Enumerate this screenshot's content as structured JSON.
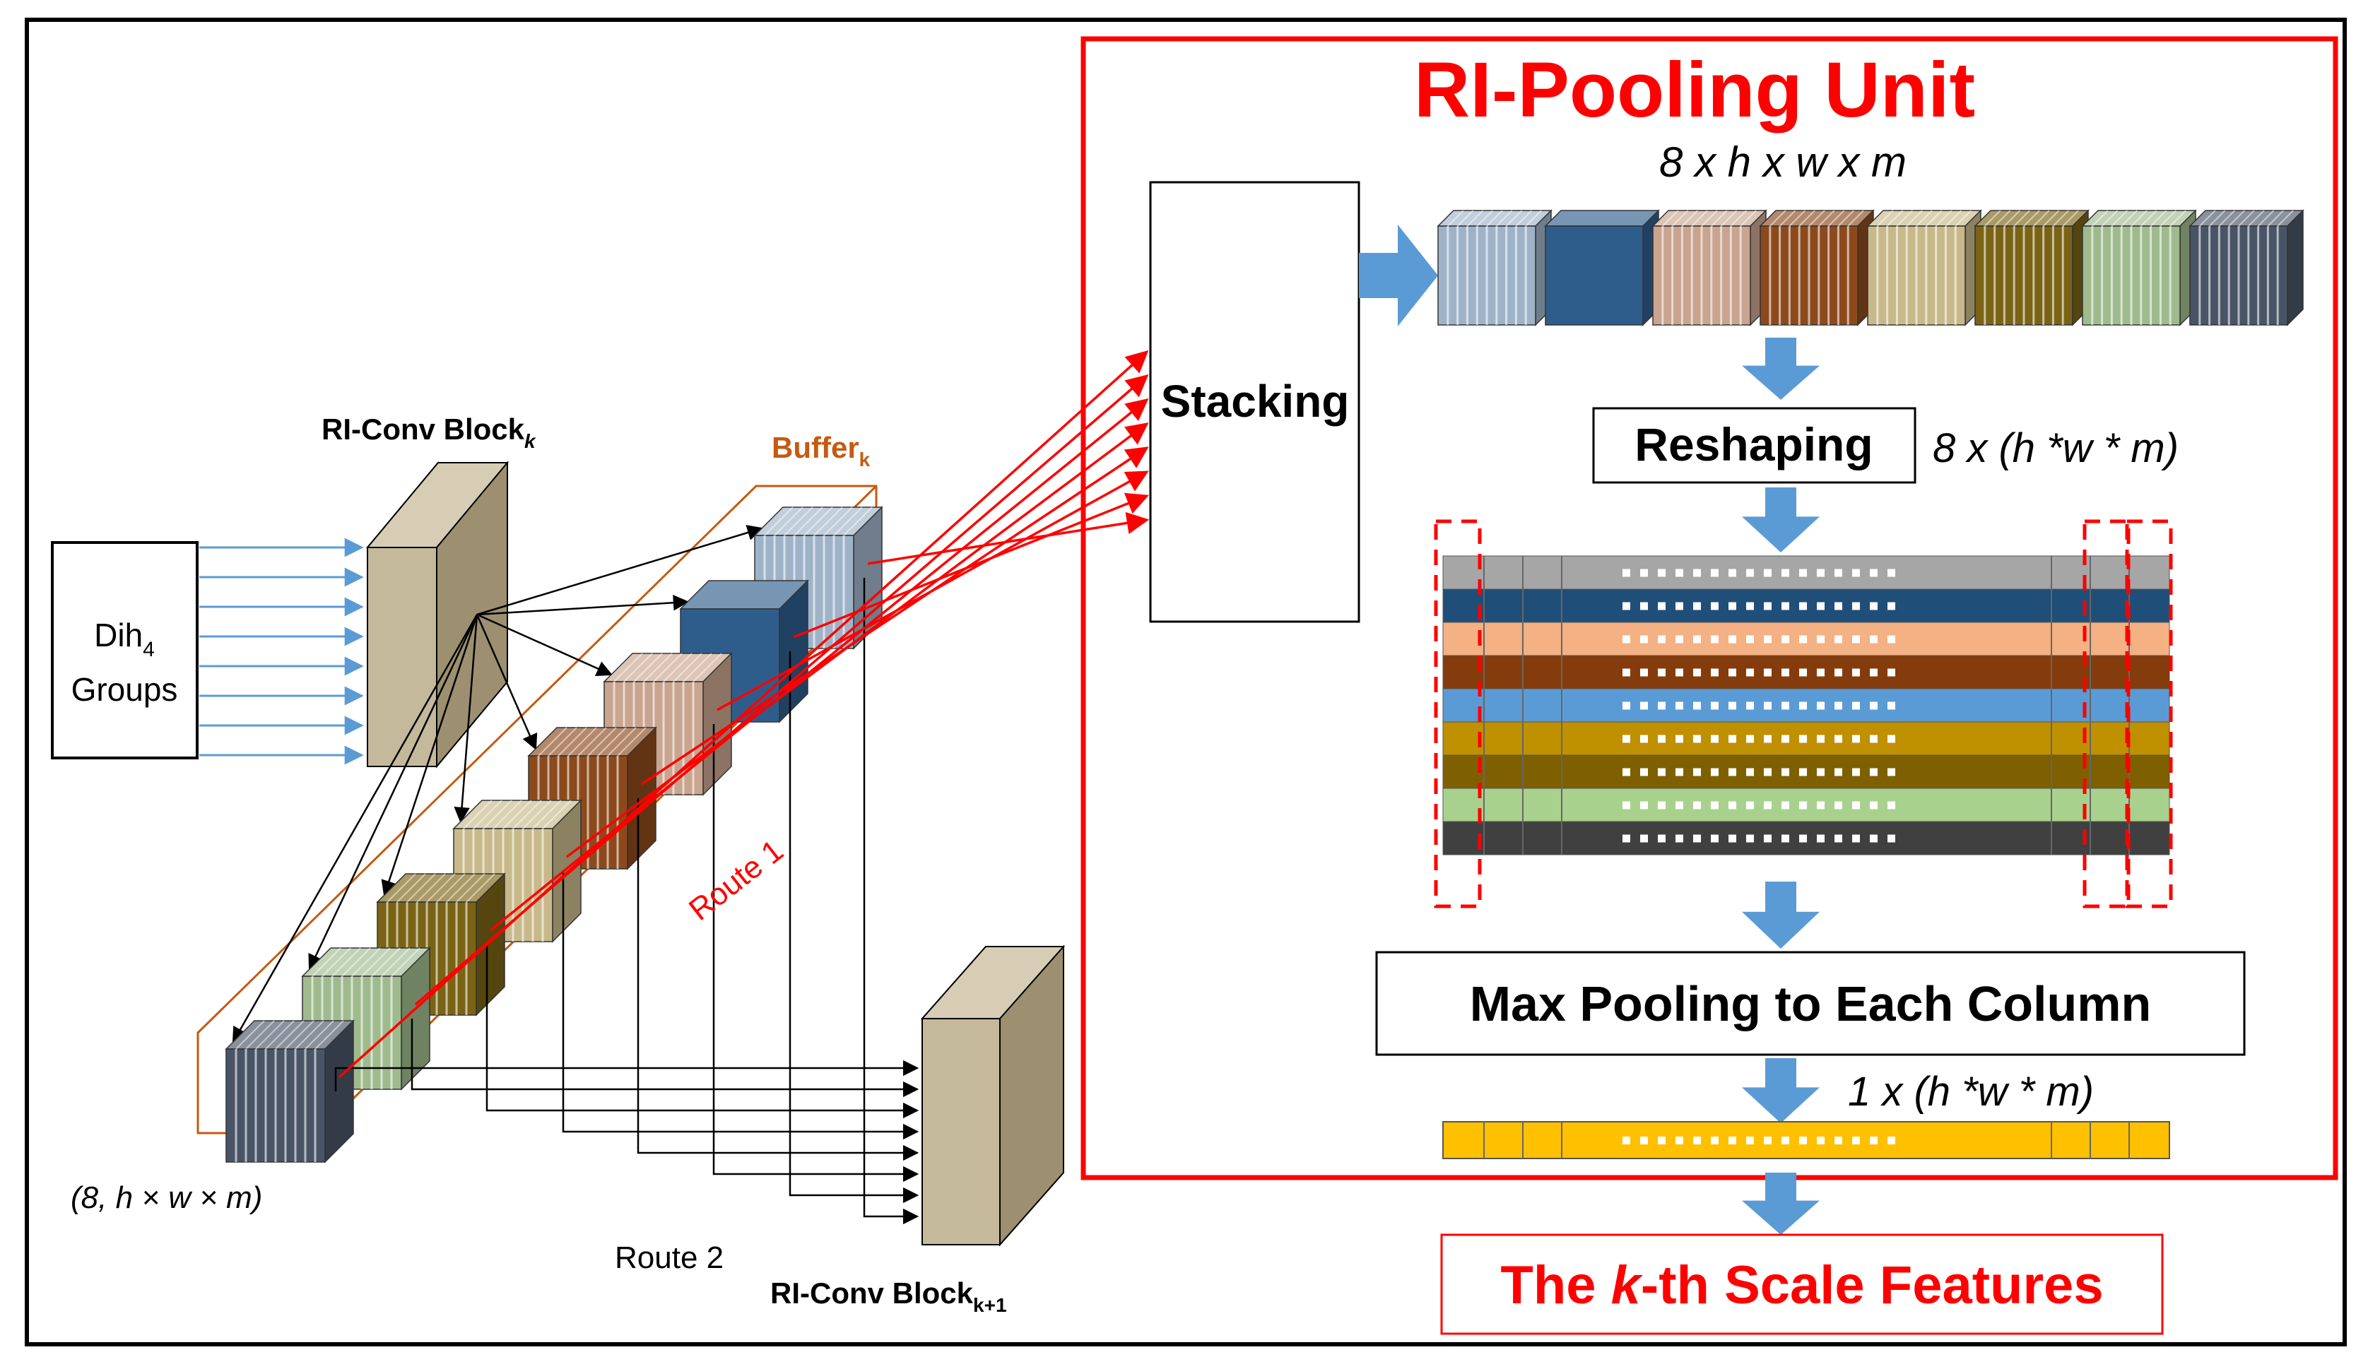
{
  "left": {
    "dih_line1": "Dih",
    "dih_sub": "4",
    "dih_line2": "Groups",
    "conv_k_label": "RI-Conv Block",
    "conv_k_sub": "k",
    "buffer_label": "Buffer",
    "buffer_sub": "k",
    "shape_label": "(8, h × w × m)",
    "route1_label": "Route 1",
    "route2_label": "Route 2",
    "conv_k1_label": "RI-Conv Block",
    "conv_k1_sub": "k+1"
  },
  "unit": {
    "title": "RI-Pooling Unit",
    "stacking_label": "Stacking",
    "stack_dim_label": "8 x h x w x m",
    "reshaping_label": "Reshaping",
    "reshape_dim_label": "8 x (h *w * m)",
    "maxpool_label": "Max Pooling to Each Column",
    "pooled_dim_label": "1 x (h *w * m)"
  },
  "output_label_prefix": "The ",
  "output_label_k": "k",
  "output_label_suffix": "-th Scale Features",
  "colors": {
    "accent_red": "#ff0000",
    "buffer_orange": "#c55a11",
    "arrow_blue": "#5b9bd5",
    "pooled_yellow": "#ffc000",
    "block_tan": "#c4b99b"
  },
  "cube_palette": [
    {
      "front": "#9fb3c8",
      "striped": true
    },
    {
      "front": "#2e5d8c",
      "striped": false
    },
    {
      "front": "#c9a48f",
      "striped": true
    },
    {
      "front": "#8c4a1c",
      "striped": true
    },
    {
      "front": "#c8b98a",
      "striped": true
    },
    {
      "front": "#7a6314",
      "striped": true
    },
    {
      "front": "#9fbb8e",
      "striped": true
    },
    {
      "front": "#495566",
      "striped": true
    }
  ],
  "reshaped_rows": [
    "#a6a6a6",
    "#1f4e79",
    "#f4b183",
    "#843c0c",
    "#5b9bd5",
    "#bf9000",
    "#7f6000",
    "#a9d18e",
    "#404040"
  ]
}
